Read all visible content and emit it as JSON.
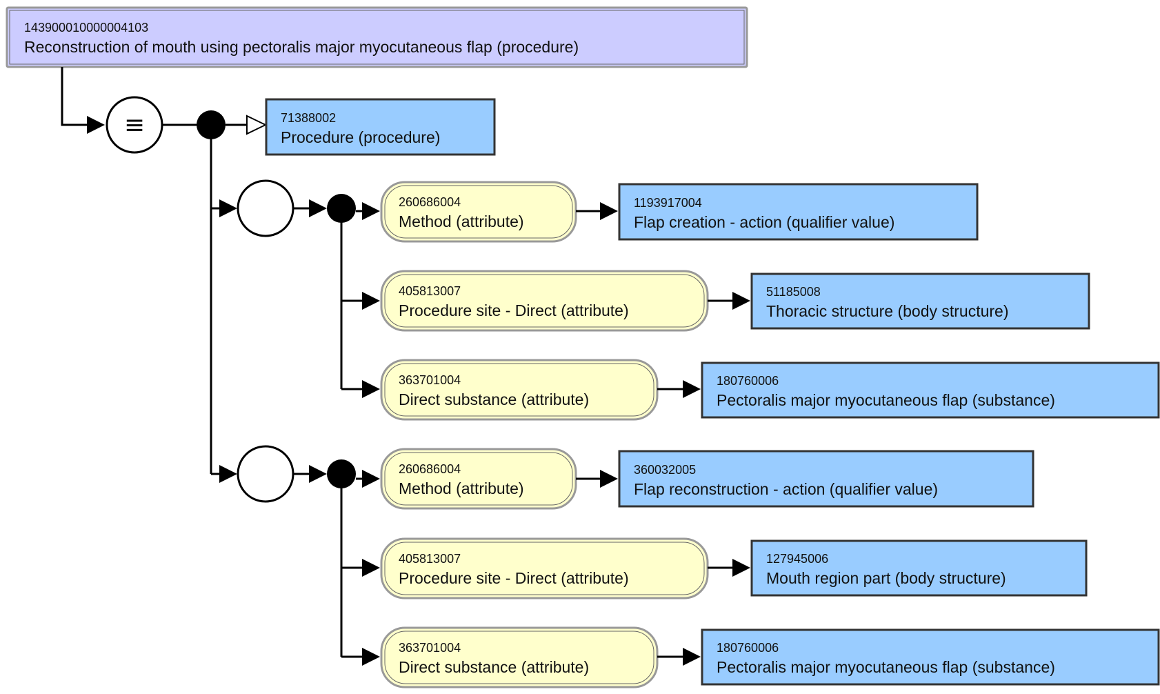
{
  "diagram": {
    "focus_concept": {
      "id": "143900010000004103",
      "name": "Reconstruction of mouth using pectoralis major myocutaneous flap (procedure)"
    },
    "definition_status": {
      "symbol": "≡",
      "meaning": "sufficiently defined"
    },
    "parent_concept": {
      "id": "71388002",
      "name": "Procedure (procedure)"
    },
    "colors": {
      "focus_fill": "#ccccff",
      "concept_fill": "#99ccff",
      "attribute_fill": "#ffffcc",
      "line": "#000000"
    },
    "role_groups": [
      {
        "relationships": [
          {
            "attribute": {
              "id": "260686004",
              "name": "Method (attribute)"
            },
            "value": {
              "id": "1193917004",
              "name": "Flap creation - action (qualifier value)"
            }
          },
          {
            "attribute": {
              "id": "405813007",
              "name": "Procedure site - Direct (attribute)"
            },
            "value": {
              "id": "51185008",
              "name": "Thoracic structure (body structure)"
            }
          },
          {
            "attribute": {
              "id": "363701004",
              "name": "Direct substance (attribute)"
            },
            "value": {
              "id": "180760006",
              "name": "Pectoralis major myocutaneous flap (substance)"
            }
          }
        ]
      },
      {
        "relationships": [
          {
            "attribute": {
              "id": "260686004",
              "name": "Method (attribute)"
            },
            "value": {
              "id": "360032005",
              "name": "Flap reconstruction - action (qualifier value)"
            }
          },
          {
            "attribute": {
              "id": "405813007",
              "name": "Procedure site - Direct (attribute)"
            },
            "value": {
              "id": "127945006",
              "name": "Mouth region part (body structure)"
            }
          },
          {
            "attribute": {
              "id": "363701004",
              "name": "Direct substance (attribute)"
            },
            "value": {
              "id": "180760006",
              "name": "Pectoralis major myocutaneous flap (substance)"
            }
          }
        ]
      }
    ]
  }
}
